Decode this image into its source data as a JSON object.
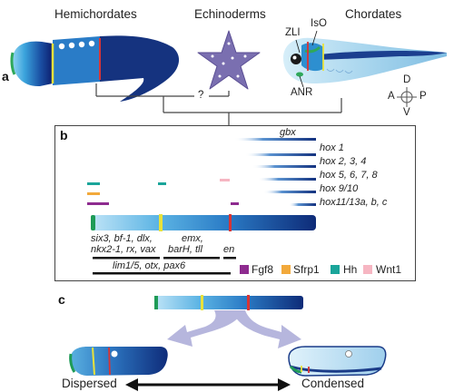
{
  "panel_a": {
    "letter": "a",
    "taxa": [
      "Hemichordates",
      "Echinoderms",
      "Chordates"
    ],
    "question": "?",
    "brain_labels": {
      "zli": "ZLI",
      "iso": "IsO",
      "anr": "ANR"
    },
    "compass": {
      "d": "D",
      "v": "V",
      "a": "A",
      "p": "P"
    }
  },
  "panel_b": {
    "letter": "b",
    "posterior_genes": [
      "gbx",
      "hox 1",
      "hox 2, 3, 4",
      "hox 5, 6, 7, 8",
      "hox 9/10",
      "hox11/13a, b, c"
    ],
    "anterior_genes": {
      "line1": "six3, bf-1, dlx,",
      "line2": "nkx2-1, rx, vax",
      "mid1": "emx,",
      "mid2": "barH, tll",
      "en": "en",
      "bottom": "lim1/5, otx, pax6"
    },
    "legend": [
      {
        "label": "Fgf8",
        "color": "#8e2b8f"
      },
      {
        "label": "Sfrp1",
        "color": "#f2a93b"
      },
      {
        "label": "Hh",
        "color": "#1aa59a"
      },
      {
        "label": "Wnt1",
        "color": "#f6b6c2"
      }
    ]
  },
  "panel_c": {
    "letter": "c",
    "outcomes": [
      "Dispersed",
      "Condensed"
    ]
  }
}
